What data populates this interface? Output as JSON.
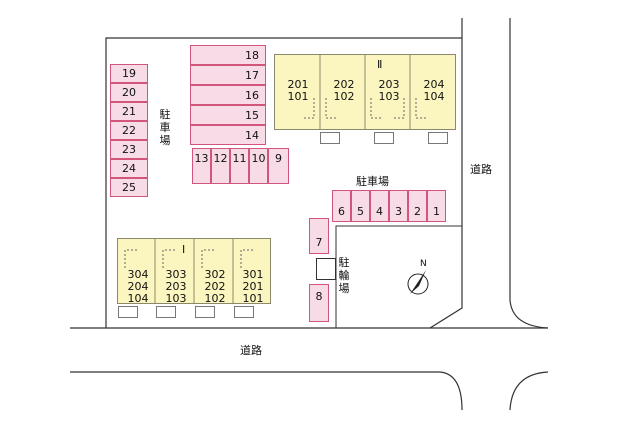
{
  "labels": {
    "road_right": "道路",
    "road_bottom": "道路",
    "parking_left": [
      "駐",
      "車",
      "場"
    ],
    "parking_right": "駐車場",
    "bike_parking": [
      "駐",
      "輪",
      "場"
    ]
  },
  "building_1": {
    "roman": "Ⅰ",
    "units": [
      [
        "304",
        "204",
        "104"
      ],
      [
        "303",
        "203",
        "103"
      ],
      [
        "302",
        "202",
        "102"
      ],
      [
        "301",
        "201",
        "101"
      ]
    ]
  },
  "building_2": {
    "roman": "Ⅱ",
    "units": [
      [
        "201",
        "101"
      ],
      [
        "202",
        "102"
      ],
      [
        "203",
        "103"
      ],
      [
        "204",
        "104"
      ]
    ]
  },
  "parking": {
    "left_column": [
      "19",
      "20",
      "21",
      "22",
      "23",
      "24",
      "25"
    ],
    "right_column": [
      "18",
      "17",
      "16",
      "15",
      "14"
    ],
    "middle_row": [
      "13",
      "12",
      "11",
      "10",
      "9"
    ],
    "right_row": [
      "6",
      "5",
      "4",
      "3",
      "2",
      "1"
    ],
    "single_a": "7",
    "single_b": "8"
  },
  "compass": {
    "letter": "N"
  },
  "colors": {
    "parking_fill": "#f7dbe6",
    "parking_border": "#d2557c",
    "building_fill": "#fbf5bf"
  }
}
